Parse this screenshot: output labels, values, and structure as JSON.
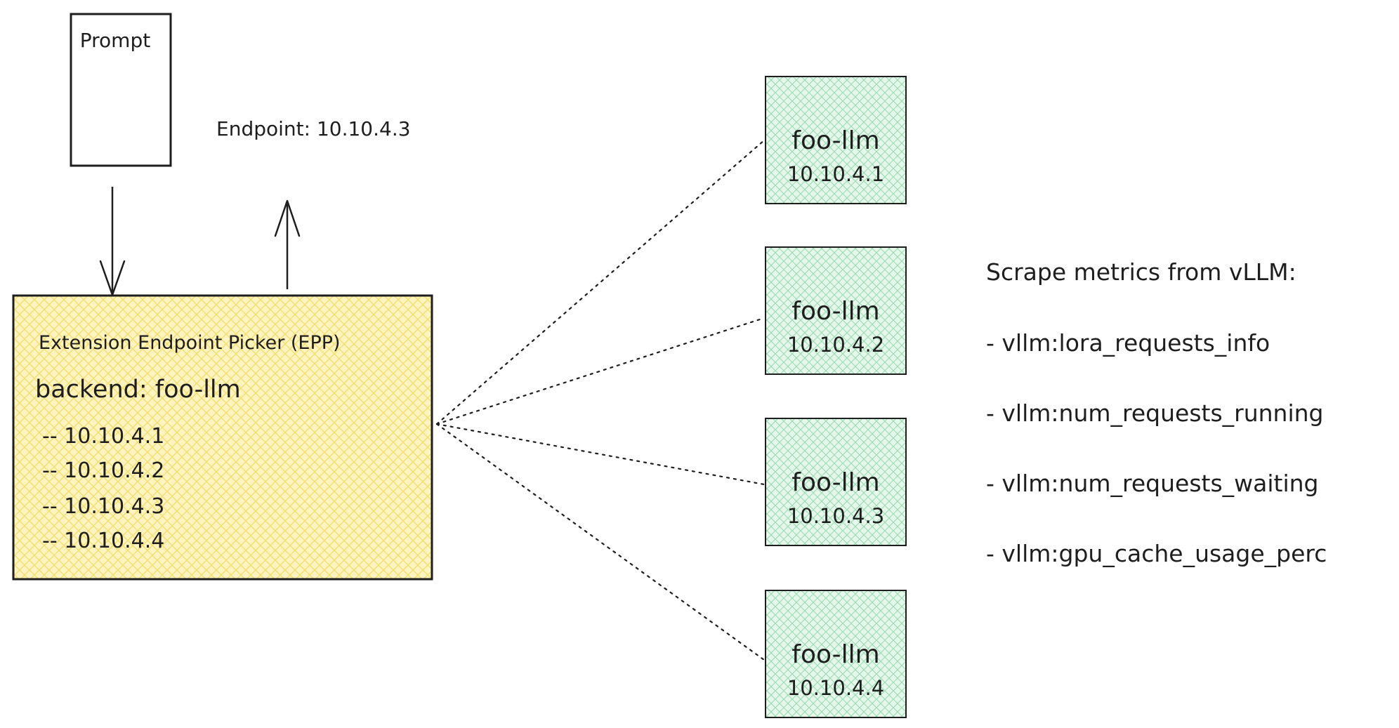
{
  "prompt": {
    "label": "Prompt"
  },
  "response": {
    "label": "Endpoint: 10.10.4.3"
  },
  "epp": {
    "title": "Extension Endpoint Picker (EPP)",
    "backend_label": "backend: foo-llm",
    "endpoints": [
      "-- 10.10.4.1",
      "-- 10.10.4.2",
      "-- 10.10.4.3",
      "-- 10.10.4.4"
    ],
    "fill_color": "#fff3bf",
    "hatch_color": "#f2df72"
  },
  "pods": [
    {
      "name": "foo-llm",
      "ip": "10.10.4.1"
    },
    {
      "name": "foo-llm",
      "ip": "10.10.4.2"
    },
    {
      "name": "foo-llm",
      "ip": "10.10.4.3"
    },
    {
      "name": "foo-llm",
      "ip": "10.10.4.4"
    }
  ],
  "pod_style": {
    "fill_color": "#e6f7ec",
    "hatch_color": "#9adcb0"
  },
  "metrics": {
    "heading": "Scrape metrics from vLLM:",
    "items": [
      "- vllm:lora_requests_info",
      "- vllm:num_requests_running",
      "- vllm:num_requests_waiting",
      "- vllm:gpu_cache_usage_perc"
    ]
  }
}
